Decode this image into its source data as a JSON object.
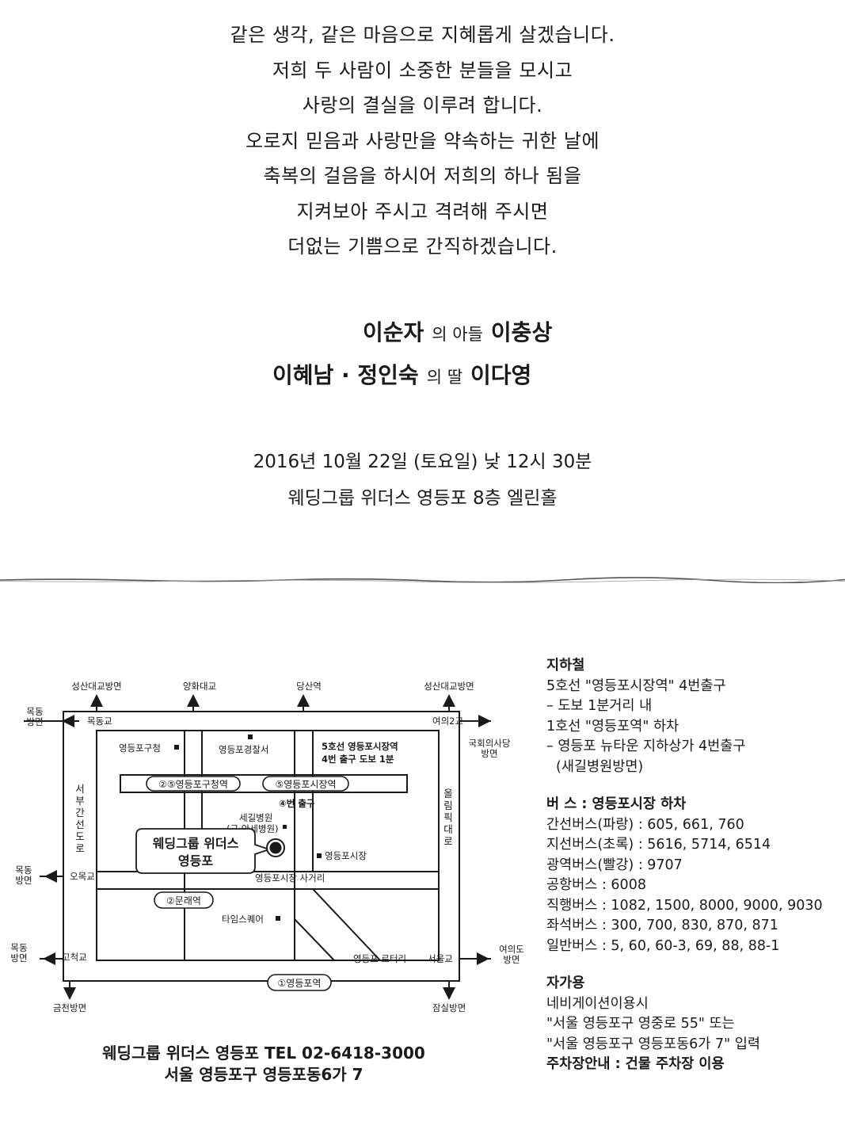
{
  "invitation": {
    "poem": [
      "같은 생각, 같은 마음으로 지혜롭게 살겠습니다.",
      "저희 두 사람이 소중한 분들을 모시고",
      "사랑의 결실을 이루려 합니다.",
      "오로지 믿음과 사랑만을 약속하는 귀한 날에",
      "축복의 걸음을 하시어 저희의 하나 됨을",
      "지켜보아 주시고 격려해 주시면",
      "더없는 기쁨으로 간직하겠습니다."
    ],
    "groom_parents": "이순자",
    "groom_relation": "의 아들",
    "groom": "이충상",
    "bride_parents": "이혜남 · 정인숙",
    "bride_relation": "의 딸",
    "bride": "이다영",
    "date": "2016년 10월 22일 (토요일) 낮 12시 30분",
    "venue": "웨딩그룹 위더스 영등포 8층 엘린홀"
  },
  "map": {
    "directions": {
      "north1": "성산대교방면",
      "north2": "양화대교",
      "north3": "당산역",
      "north4": "성산대교방면",
      "west1": "목동\n방면",
      "west2": "목동\n방면",
      "west3": "목동\n방면",
      "east1": "국회의사당\n방면",
      "east2": "여의도\n방면",
      "south1": "금천방면",
      "south2": "잠실방면"
    },
    "bridges": {
      "mokdong": "목동교",
      "yeoui2": "여의2교",
      "omok": "오목교",
      "gocheok": "고척교",
      "seoul": "서울교"
    },
    "roads": {
      "seobu": "서부간선도로",
      "olympic": "올림픽대로"
    },
    "places": {
      "gu_office": "영등포구청",
      "police": "영등포경찰서",
      "line5_note1": "5호선 영등포시장역",
      "line5_note2": "4번 출구 도보 1분",
      "exit4": "④번 출구",
      "hospital1": "세길병원",
      "hospital2": "(구.안세병원)",
      "market": "영등포시장",
      "intersection": "영등포시장 사거리",
      "times_square": "타임스퀘어",
      "rotary": "영등포 로터리"
    },
    "stations": {
      "gu_office": "②⑤영등포구청역",
      "market": "⑤영등포시장역",
      "mullae": "②문래역",
      "yeongdeungpo": "①영등포역"
    },
    "venue_label1": "웨딩그룹 위더스",
    "venue_label2": "영등포"
  },
  "footer": {
    "line1": "웨딩그룹 위더스 영등포  TEL 02-6418-3000",
    "line2": "서울 영등포구 영등포동6가 7"
  },
  "transport": {
    "subway_title": "지하철",
    "subway": [
      "5호선 \"영등포시장역\" 4번출구",
      "– 도보 1분거리 내",
      "1호선 \"영등포역\" 하차",
      "– 영등포 뉴타운 지하상가 4번출구",
      "(새길병원방면)"
    ],
    "bus_title": "버 스 : 영등포시장 하차",
    "bus": [
      "간선버스(파랑) : 605, 661, 760",
      "지선버스(초록) : 5616, 5714, 6514",
      "광역버스(빨강) : 9707",
      "공항버스 : 6008",
      "직행버스 : 1082, 1500, 8000, 9000, 9030",
      "좌석버스 : 300, 700, 830, 870, 871",
      "일반버스 : 5, 60, 60-3, 69, 88, 88-1"
    ],
    "car_title": "자가용",
    "car": [
      "네비게이션이용시",
      "\"서울 영등포구 영중로 55\" 또는",
      "\"서울 영등포구 영등포동6가 7\" 입력"
    ],
    "parking": "주차장안내 : 건물 주차장 이용"
  }
}
